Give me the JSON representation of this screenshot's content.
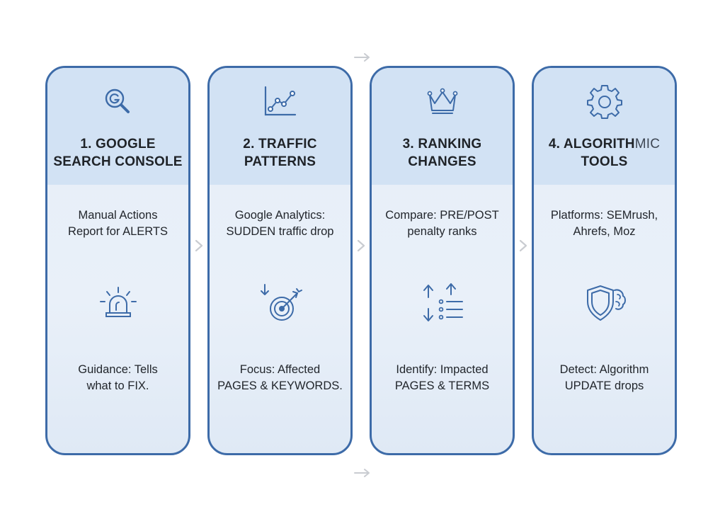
{
  "colors": {
    "card_border": "#3d6ba8",
    "card_header": "#d2e2f4",
    "card_body": "#e8eff8",
    "icon_stroke": "#3d6ba8",
    "text": "#1f2328",
    "arrow": "#c9ccd1"
  },
  "cards": [
    {
      "icon": "magnifier-g-icon",
      "title_main": "1. GOOGLE SEARCH CONSOLE",
      "title_light": "",
      "desc_line1": "Manual Actions",
      "desc_line2": "Report for ALERTS",
      "mid_icon": "siren-alert-icon",
      "foot_line1": "Guidance: Tells",
      "foot_line2": "what to FIX."
    },
    {
      "icon": "line-chart-icon",
      "title_main": "2. TRAFFIC PATTERNS",
      "title_light": "",
      "desc_line1": "Google Analytics:",
      "desc_line2": "SUDDEN traffic drop",
      "mid_icon": "target-arrow-icon",
      "foot_line1": "Focus: Affected",
      "foot_line2": "PAGES & KEYWORDS."
    },
    {
      "icon": "crown-icon",
      "title_main": "3. RANKING CHANGES",
      "title_light": "",
      "desc_line1": "Compare: PRE/POST",
      "desc_line2": "penalty ranks",
      "mid_icon": "rank-list-icon",
      "foot_line1": "Identify: Impacted",
      "foot_line2": "PAGES & TERMS"
    },
    {
      "icon": "gear-icon",
      "title_main": "4. ALGORITH",
      "title_light": "MIC",
      "title_line2": "TOOLS",
      "desc_line1": "Platforms: SEMrush,",
      "desc_line2": "Ahrefs, Moz",
      "mid_icon": "shield-brain-icon",
      "foot_line1": "Detect: Algorithm",
      "foot_line2": "UPDATE drops"
    }
  ]
}
